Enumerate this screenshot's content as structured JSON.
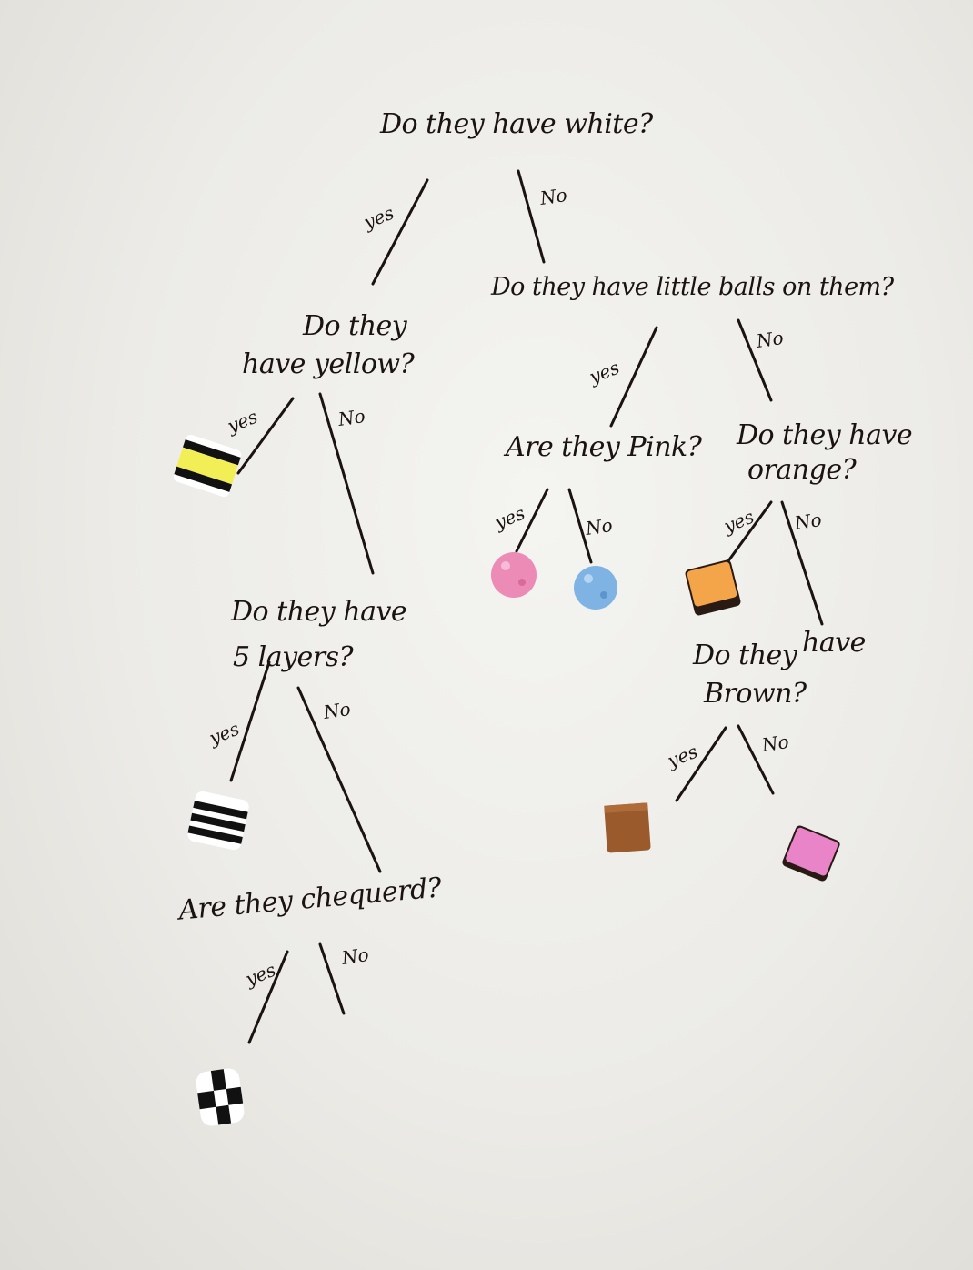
{
  "questions": {
    "q1": "Do they have white?",
    "q2": "Do they have little balls on them?",
    "q3_line1": "Do they",
    "q3_line2": "have yellow?",
    "q4": "Are they Pink?",
    "q5_line1": "Do they have",
    "q5_line2": "orange?",
    "q6_line1": "Do they have",
    "q6_line2": "5 layers?",
    "q7_line1": "Do they",
    "q7_line2": "Brown?",
    "q7_extra": "have",
    "q8": "Are they chequerd?"
  },
  "branches": {
    "yes": "yes",
    "no": "No"
  },
  "ink_color": "#1b1212",
  "sweets": [
    {
      "name": "yellow-layered-sweet",
      "colors": [
        "#ffffff",
        "#111111",
        "#f2ee55"
      ]
    },
    {
      "name": "black-white-layered-sweet",
      "colors": [
        "#ffffff",
        "#111111"
      ]
    },
    {
      "name": "chequered-sweet",
      "colors": [
        "#ffffff",
        "#111111"
      ]
    },
    {
      "name": "pink-ball-sweet",
      "colors": [
        "#ec8bb5"
      ]
    },
    {
      "name": "blue-ball-sweet",
      "colors": [
        "#7eb3e4"
      ]
    },
    {
      "name": "orange-square-sweet",
      "colors": [
        "#f4a54a",
        "#2a1a14"
      ]
    },
    {
      "name": "brown-square-sweet",
      "colors": [
        "#9a5a2c"
      ]
    },
    {
      "name": "pink-square-sweet",
      "colors": [
        "#e984c8",
        "#2a1a14"
      ]
    }
  ]
}
